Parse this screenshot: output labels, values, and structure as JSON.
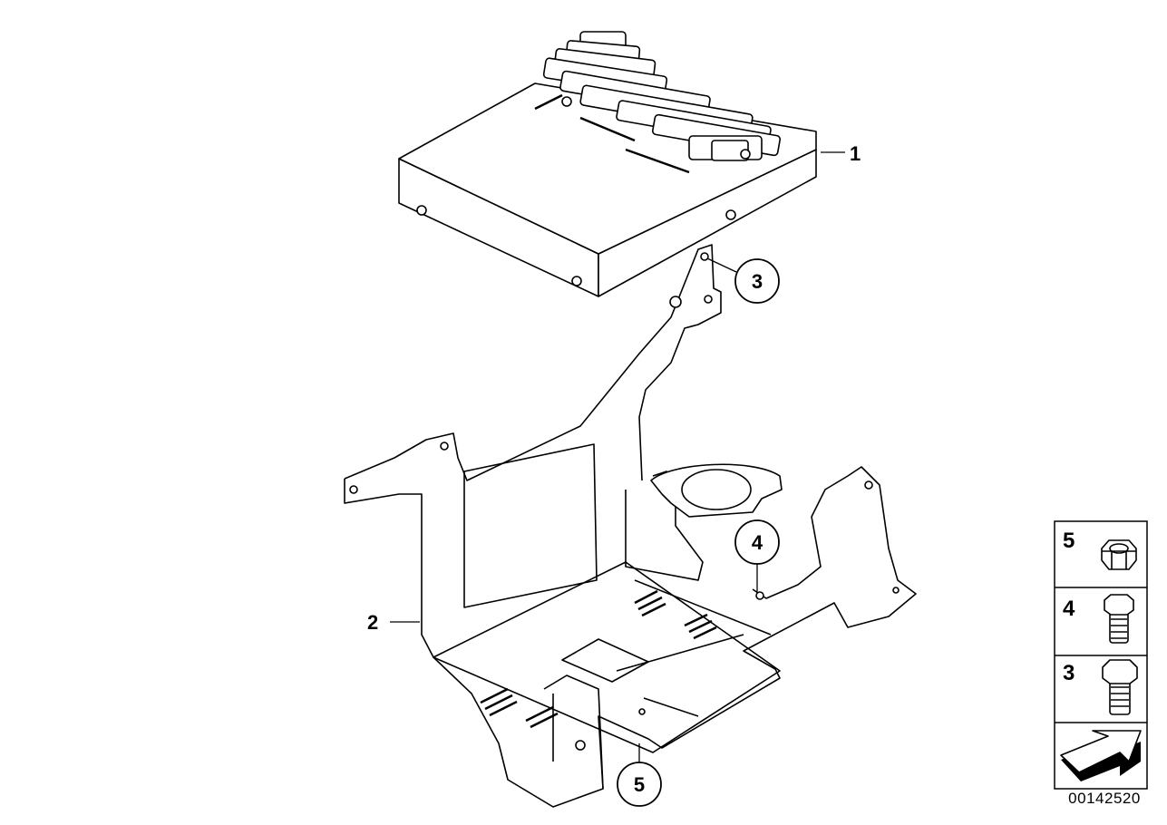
{
  "callouts": {
    "part1": "1",
    "part2": "2",
    "part3": "3",
    "part4": "4",
    "part5": "5"
  },
  "legend": {
    "items": [
      {
        "number": "5",
        "icon": "hex-nut-icon"
      },
      {
        "number": "4",
        "icon": "hex-bolt-short-icon"
      },
      {
        "number": "3",
        "icon": "hex-bolt-icon"
      }
    ],
    "arrow_icon": "navigation-arrow-icon"
  },
  "diagram_number": "00142520"
}
